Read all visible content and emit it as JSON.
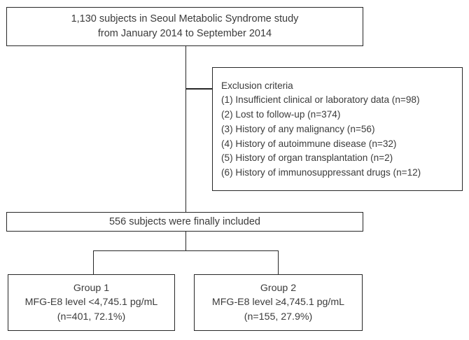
{
  "flowchart": {
    "enrollment": {
      "name": "enrollment-box",
      "lines": [
        "1,130 subjects in Seoul Metabolic Syndrome study",
        "from January 2014 to September 2014"
      ]
    },
    "exclusion": {
      "name": "exclusion-criteria-box",
      "heading": "Exclusion criteria",
      "items": [
        "(1) Insufficient clinical or laboratory data (n=98)",
        "(2) Lost to follow-up (n=374)",
        "(3) History of any malignancy (n=56)",
        "(4) History of autoimmune disease (n=32)",
        "(5) History of organ transplantation (n=2)",
        "(6) History of immunosuppressant drugs (n=12)"
      ]
    },
    "included": {
      "name": "included-box",
      "lines": [
        "556 subjects were finally included"
      ]
    },
    "group1": {
      "name": "group-1-box",
      "lines": [
        "Group 1",
        "MFG-E8 level <4,745.1 pg/mL",
        "(n=401, 72.1%)"
      ]
    },
    "group2": {
      "name": "group-2-box",
      "lines": [
        "Group 2",
        "MFG-E8 level ≥4,745.1 pg/mL",
        "(n=155, 27.9%)"
      ]
    },
    "colors": {
      "border": "#272727",
      "text": "#3b3b3b",
      "background": "#ffffff"
    }
  }
}
